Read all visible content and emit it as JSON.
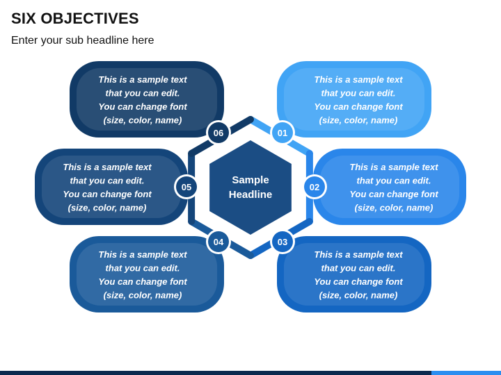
{
  "title": "SIX OBJECTIVES",
  "subtitle": "Enter your sub headline here",
  "center": {
    "line1": "Sample",
    "line2": "Headline",
    "color": "#1b4d84"
  },
  "objectives": [
    {
      "number": "01",
      "side": "right",
      "color": "#41a4f5",
      "lines": [
        "This is a sample text",
        "that you can edit.",
        "You can change font",
        "(size, color, name)"
      ]
    },
    {
      "number": "02",
      "side": "right",
      "color": "#2a86ea",
      "lines": [
        "This is a sample text",
        "that you can edit.",
        "You can change font",
        "(size, color, name)"
      ]
    },
    {
      "number": "03",
      "side": "right",
      "color": "#1466c2",
      "lines": [
        "This is a sample text",
        "that you can edit.",
        "You can change font",
        "(size, color, name)"
      ]
    },
    {
      "number": "04",
      "side": "left",
      "color": "#1a5a9a",
      "lines": [
        "This is a sample text",
        "that you can edit.",
        "You can change font",
        "(size, color, name)"
      ]
    },
    {
      "number": "05",
      "side": "left",
      "color": "#14457a",
      "lines": [
        "This is a sample text",
        "that you can edit.",
        "You can change font",
        "(size, color, name)"
      ]
    },
    {
      "number": "06",
      "side": "left",
      "color": "#113a66",
      "lines": [
        "This is a sample text",
        "that you can edit.",
        "You can change font",
        "(size, color, name)"
      ]
    }
  ]
}
